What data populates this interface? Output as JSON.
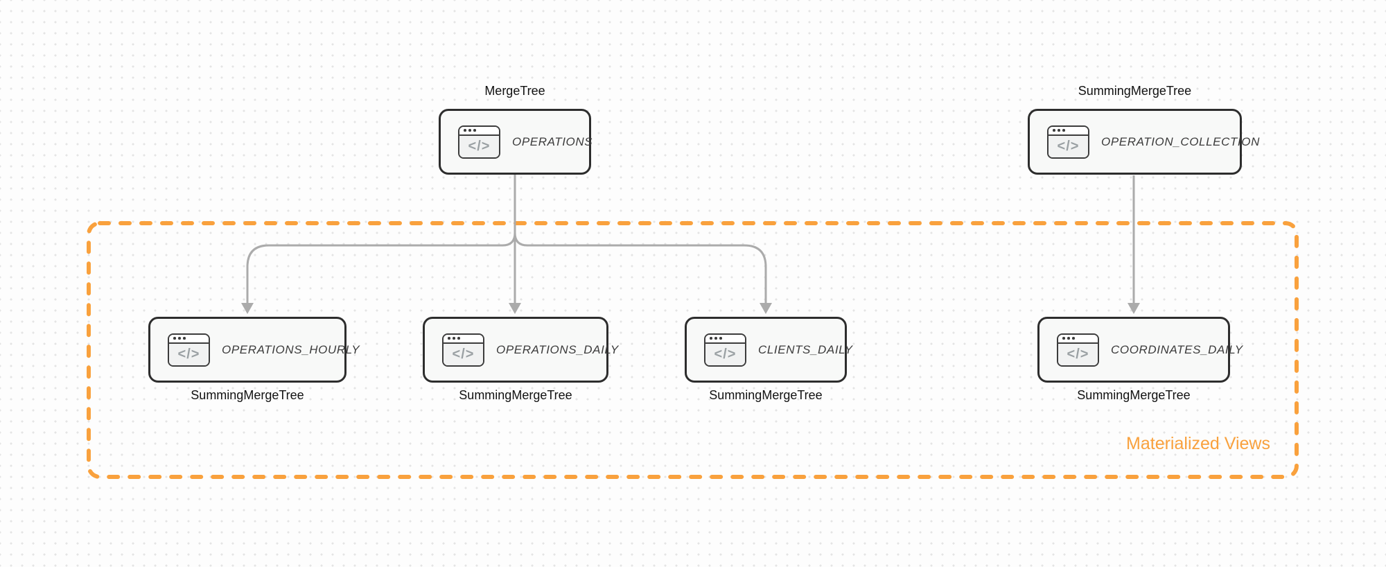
{
  "diagram": {
    "group": {
      "label": "Materialized Views",
      "border_style": "dashed",
      "accent_color": "#F9A13D"
    },
    "icon": {
      "name": "code-window-icon",
      "glyph": "</>"
    },
    "nodes": [
      {
        "id": "operations",
        "title": "OPERATIONS",
        "engine": "MergeTree",
        "engine_position": "above",
        "in_group": false
      },
      {
        "id": "operation-collection",
        "title": "OPERATION_COLLECTION",
        "engine": "SummingMergeTree",
        "engine_position": "above",
        "in_group": false
      },
      {
        "id": "operations-hourly",
        "title": "OPERATIONS_HOURLY",
        "engine": "SummingMergeTree",
        "engine_position": "below",
        "in_group": true
      },
      {
        "id": "operations-daily",
        "title": "OPERATIONS_DAILY",
        "engine": "SummingMergeTree",
        "engine_position": "below",
        "in_group": true
      },
      {
        "id": "clients-daily",
        "title": "CLIENTS_DAILY",
        "engine": "SummingMergeTree",
        "engine_position": "below",
        "in_group": true
      },
      {
        "id": "coordinates-daily",
        "title": "COORDINATES_DAILY",
        "engine": "SummingMergeTree",
        "engine_position": "below",
        "in_group": true
      }
    ],
    "edges": [
      {
        "from": "operations",
        "to": "operations-hourly"
      },
      {
        "from": "operations",
        "to": "operations-daily"
      },
      {
        "from": "operations",
        "to": "clients-daily"
      },
      {
        "from": "operation-collection",
        "to": "coordinates-daily"
      }
    ],
    "colors": {
      "canvas_background": "#fdfdfd",
      "grid_dot": "#e4e4e4",
      "node_border": "#2d2d2d",
      "node_fill": "#f8f9f8",
      "node_title": "#3b3b3b",
      "engine_label": "#111111",
      "connector": "#ababab",
      "group_accent": "#F9A13D",
      "icon_glyph": "#9aa0a3"
    }
  }
}
